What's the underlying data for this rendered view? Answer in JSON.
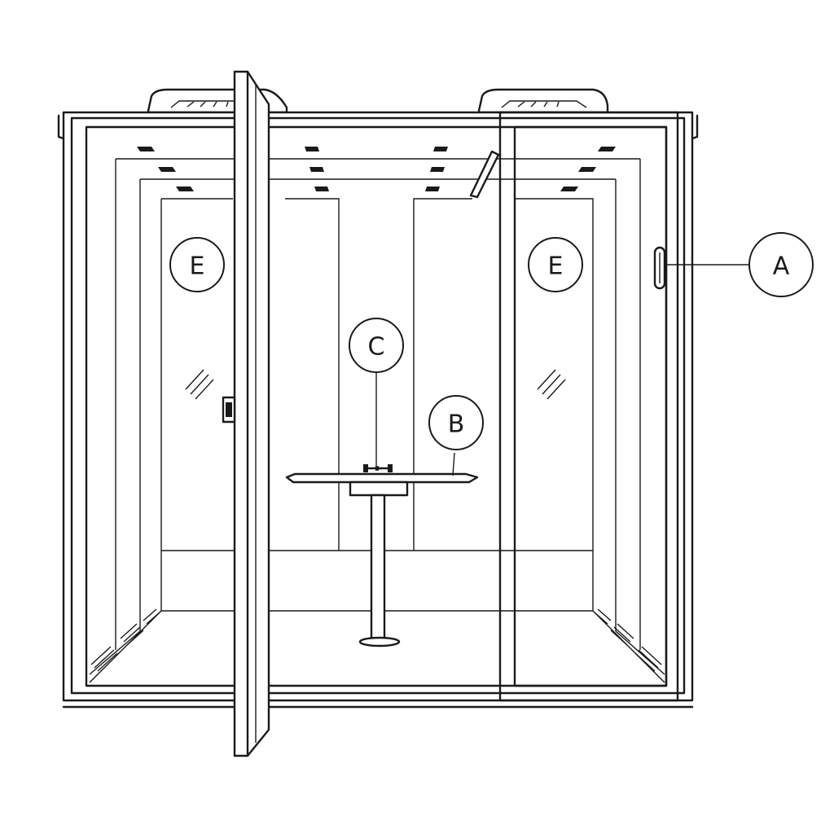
{
  "colors": {
    "line": "#1a1a1a",
    "background": "#ffffff"
  },
  "callouts": {
    "a": "A",
    "b": "B",
    "c": "C",
    "e_left": "E",
    "e_right": "E"
  }
}
